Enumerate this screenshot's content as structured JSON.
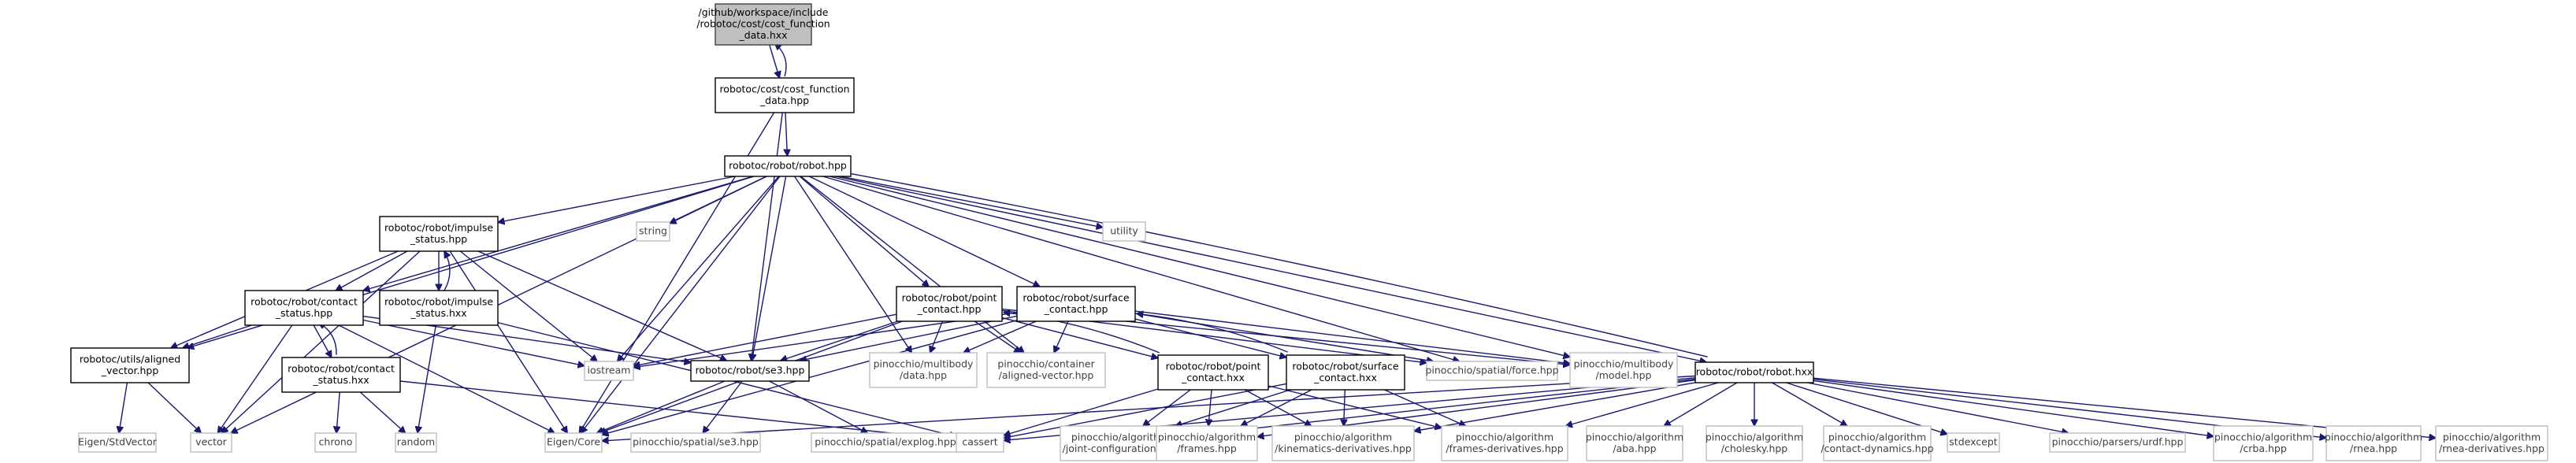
{
  "graph": {
    "colors": {
      "edge": "#191970",
      "internal_border": "#000000",
      "internal_fill": "#ffffff",
      "internal_text": "#000000",
      "external_border": "#bfbfbf",
      "external_text": "#404040",
      "root_fill": "#bfbfbf",
      "root_border": "#404040"
    },
    "nodes": [
      {
        "id": "root",
        "kind": "root",
        "lines": [
          "/github/workspace/include",
          "/robotoc/cost/cost_function",
          "_data.hxx"
        ]
      },
      {
        "id": "cfd_hpp",
        "kind": "internal",
        "lines": [
          "robotoc/cost/cost_function",
          "_data.hpp"
        ]
      },
      {
        "id": "robot_hpp",
        "kind": "internal",
        "lines": [
          "robotoc/robot/robot.hpp"
        ]
      },
      {
        "id": "impulse_hpp",
        "kind": "internal",
        "lines": [
          "robotoc/robot/impulse",
          "_status.hpp"
        ]
      },
      {
        "id": "string",
        "kind": "external",
        "lines": [
          "string"
        ]
      },
      {
        "id": "utility",
        "kind": "external",
        "lines": [
          "utility"
        ]
      },
      {
        "id": "contact_hpp",
        "kind": "internal",
        "lines": [
          "robotoc/robot/contact",
          "_status.hpp"
        ]
      },
      {
        "id": "impulse_hxx",
        "kind": "internal",
        "lines": [
          "robotoc/robot/impulse",
          "_status.hxx"
        ]
      },
      {
        "id": "point_hpp",
        "kind": "internal",
        "lines": [
          "robotoc/robot/point",
          "_contact.hpp"
        ]
      },
      {
        "id": "surface_hpp",
        "kind": "internal",
        "lines": [
          "robotoc/robot/surface",
          "_contact.hpp"
        ]
      },
      {
        "id": "aligned_hpp",
        "kind": "internal",
        "lines": [
          "robotoc/utils/aligned",
          "_vector.hpp"
        ]
      },
      {
        "id": "contact_hxx",
        "kind": "internal",
        "lines": [
          "robotoc/robot/contact",
          "_status.hxx"
        ]
      },
      {
        "id": "iostream",
        "kind": "external",
        "lines": [
          "iostream"
        ]
      },
      {
        "id": "se3_hpp",
        "kind": "internal",
        "lines": [
          "robotoc/robot/se3.hpp"
        ]
      },
      {
        "id": "mb_data",
        "kind": "external",
        "lines": [
          "pinocchio/multibody",
          "/data.hpp"
        ]
      },
      {
        "id": "cont_aligned",
        "kind": "external",
        "lines": [
          "pinocchio/container",
          "/aligned-vector.hpp"
        ]
      },
      {
        "id": "point_hxx",
        "kind": "internal",
        "lines": [
          "robotoc/robot/point",
          "_contact.hxx"
        ]
      },
      {
        "id": "surface_hxx",
        "kind": "internal",
        "lines": [
          "robotoc/robot/surface",
          "_contact.hxx"
        ]
      },
      {
        "id": "sp_force",
        "kind": "external",
        "lines": [
          "pinocchio/spatial/force.hpp"
        ]
      },
      {
        "id": "mb_model",
        "kind": "external",
        "lines": [
          "pinocchio/multibody",
          "/model.hpp"
        ]
      },
      {
        "id": "robot_hxx",
        "kind": "internal",
        "lines": [
          "robotoc/robot/robot.hxx"
        ]
      },
      {
        "id": "eigen_stdvector",
        "kind": "external",
        "lines": [
          "Eigen/StdVector"
        ]
      },
      {
        "id": "vector",
        "kind": "external",
        "lines": [
          "vector"
        ]
      },
      {
        "id": "chrono",
        "kind": "external",
        "lines": [
          "chrono"
        ]
      },
      {
        "id": "random",
        "kind": "external",
        "lines": [
          "random"
        ]
      },
      {
        "id": "eigen_core",
        "kind": "external",
        "lines": [
          "Eigen/Core"
        ]
      },
      {
        "id": "sp_se3",
        "kind": "external",
        "lines": [
          "pinocchio/spatial/se3.hpp"
        ]
      },
      {
        "id": "sp_explog",
        "kind": "external",
        "lines": [
          "pinocchio/spatial/explog.hpp"
        ]
      },
      {
        "id": "cassert",
        "kind": "external",
        "lines": [
          "cassert"
        ]
      },
      {
        "id": "alg_jointcfg",
        "kind": "external",
        "lines": [
          "pinocchio/algorithm",
          "/joint-configuration.hpp"
        ]
      },
      {
        "id": "alg_frames",
        "kind": "external",
        "lines": [
          "pinocchio/algorithm",
          "/frames.hpp"
        ]
      },
      {
        "id": "alg_kin",
        "kind": "external",
        "lines": [
          "pinocchio/algorithm",
          "/kinematics-derivatives.hpp"
        ]
      },
      {
        "id": "alg_framesder",
        "kind": "external",
        "lines": [
          "pinocchio/algorithm",
          "/frames-derivatives.hpp"
        ]
      },
      {
        "id": "alg_aba",
        "kind": "external",
        "lines": [
          "pinocchio/algorithm",
          "/aba.hpp"
        ]
      },
      {
        "id": "alg_cholesky",
        "kind": "external",
        "lines": [
          "pinocchio/algorithm",
          "/cholesky.hpp"
        ]
      },
      {
        "id": "alg_contactdyn",
        "kind": "external",
        "lines": [
          "pinocchio/algorithm",
          "/contact-dynamics.hpp"
        ]
      },
      {
        "id": "stdexcept",
        "kind": "external",
        "lines": [
          "stdexcept"
        ]
      },
      {
        "id": "parsers_urdf",
        "kind": "external",
        "lines": [
          "pinocchio/parsers/urdf.hpp"
        ]
      },
      {
        "id": "alg_crba",
        "kind": "external",
        "lines": [
          "pinocchio/algorithm",
          "/crba.hpp"
        ]
      },
      {
        "id": "alg_rnea",
        "kind": "external",
        "lines": [
          "pinocchio/algorithm",
          "/rnea.hpp"
        ]
      },
      {
        "id": "alg_rneader",
        "kind": "external",
        "lines": [
          "pinocchio/algorithm",
          "/rnea-derivatives.hpp"
        ]
      }
    ],
    "edges": [
      [
        "root",
        "cfd_hpp"
      ],
      [
        "cfd_hpp",
        "root"
      ],
      [
        "cfd_hpp",
        "robot_hpp"
      ],
      [
        "cfd_hpp",
        "se3_hpp"
      ],
      [
        "cfd_hpp",
        "eigen_core"
      ],
      [
        "robot_hpp",
        "impulse_hpp"
      ],
      [
        "robot_hpp",
        "string"
      ],
      [
        "robot_hpp",
        "utility"
      ],
      [
        "robot_hpp",
        "contact_hpp"
      ],
      [
        "robot_hpp",
        "point_hpp"
      ],
      [
        "robot_hpp",
        "surface_hpp"
      ],
      [
        "robot_hpp",
        "aligned_hpp"
      ],
      [
        "robot_hpp",
        "iostream"
      ],
      [
        "robot_hpp",
        "se3_hpp"
      ],
      [
        "robot_hpp",
        "mb_data"
      ],
      [
        "robot_hpp",
        "cont_aligned"
      ],
      [
        "robot_hpp",
        "sp_force"
      ],
      [
        "robot_hpp",
        "mb_model"
      ],
      [
        "robot_hpp",
        "robot_hxx"
      ],
      [
        "robot_hpp",
        "vector"
      ],
      [
        "robot_hpp",
        "eigen_core"
      ],
      [
        "impulse_hpp",
        "contact_hpp"
      ],
      [
        "impulse_hpp",
        "impulse_hxx"
      ],
      [
        "impulse_hpp",
        "aligned_hpp"
      ],
      [
        "impulse_hpp",
        "iostream"
      ],
      [
        "impulse_hpp",
        "se3_hpp"
      ],
      [
        "impulse_hpp",
        "vector"
      ],
      [
        "impulse_hpp",
        "eigen_core"
      ],
      [
        "impulse_hxx",
        "impulse_hpp"
      ],
      [
        "impulse_hxx",
        "random"
      ],
      [
        "impulse_hxx",
        "cassert"
      ],
      [
        "contact_hpp",
        "aligned_hpp"
      ],
      [
        "contact_hpp",
        "contact_hxx"
      ],
      [
        "contact_hpp",
        "iostream"
      ],
      [
        "contact_hpp",
        "se3_hpp"
      ],
      [
        "contact_hpp",
        "vector"
      ],
      [
        "contact_hpp",
        "eigen_core"
      ],
      [
        "contact_hxx",
        "contact_hpp"
      ],
      [
        "contact_hxx",
        "chrono"
      ],
      [
        "contact_hxx",
        "random"
      ],
      [
        "contact_hxx",
        "cassert"
      ],
      [
        "aligned_hpp",
        "eigen_stdvector"
      ],
      [
        "aligned_hpp",
        "vector"
      ],
      [
        "point_hpp",
        "iostream"
      ],
      [
        "point_hpp",
        "se3_hpp"
      ],
      [
        "point_hpp",
        "mb_data"
      ],
      [
        "point_hpp",
        "cont_aligned"
      ],
      [
        "point_hpp",
        "point_hxx"
      ],
      [
        "point_hpp",
        "sp_force"
      ],
      [
        "point_hpp",
        "mb_model"
      ],
      [
        "point_hpp",
        "eigen_core"
      ],
      [
        "surface_hpp",
        "iostream"
      ],
      [
        "surface_hpp",
        "se3_hpp"
      ],
      [
        "surface_hpp",
        "mb_data"
      ],
      [
        "surface_hpp",
        "cont_aligned"
      ],
      [
        "surface_hpp",
        "surface_hxx"
      ],
      [
        "surface_hpp",
        "sp_force"
      ],
      [
        "surface_hpp",
        "mb_model"
      ],
      [
        "surface_hpp",
        "eigen_core"
      ],
      [
        "se3_hpp",
        "sp_se3"
      ],
      [
        "se3_hpp",
        "sp_explog"
      ],
      [
        "se3_hpp",
        "eigen_core"
      ],
      [
        "point_hxx",
        "point_hpp"
      ],
      [
        "point_hxx",
        "alg_jointcfg"
      ],
      [
        "point_hxx",
        "alg_frames"
      ],
      [
        "point_hxx",
        "alg_kin"
      ],
      [
        "point_hxx",
        "alg_framesder"
      ],
      [
        "point_hxx",
        "cassert"
      ],
      [
        "surface_hxx",
        "surface_hpp"
      ],
      [
        "surface_hxx",
        "alg_jointcfg"
      ],
      [
        "surface_hxx",
        "alg_frames"
      ],
      [
        "surface_hxx",
        "alg_kin"
      ],
      [
        "surface_hxx",
        "alg_framesder"
      ],
      [
        "surface_hxx",
        "cassert"
      ],
      [
        "robot_hxx",
        "robot_hpp"
      ],
      [
        "robot_hxx",
        "cassert"
      ],
      [
        "robot_hxx",
        "eigen_core"
      ],
      [
        "robot_hxx",
        "alg_jointcfg"
      ],
      [
        "robot_hxx",
        "alg_frames"
      ],
      [
        "robot_hxx",
        "alg_kin"
      ],
      [
        "robot_hxx",
        "alg_framesder"
      ],
      [
        "robot_hxx",
        "alg_aba"
      ],
      [
        "robot_hxx",
        "alg_cholesky"
      ],
      [
        "robot_hxx",
        "alg_contactdyn"
      ],
      [
        "robot_hxx",
        "stdexcept"
      ],
      [
        "robot_hxx",
        "parsers_urdf"
      ],
      [
        "robot_hxx",
        "alg_crba"
      ],
      [
        "robot_hxx",
        "alg_rnea"
      ],
      [
        "robot_hxx",
        "alg_rneader"
      ]
    ]
  }
}
